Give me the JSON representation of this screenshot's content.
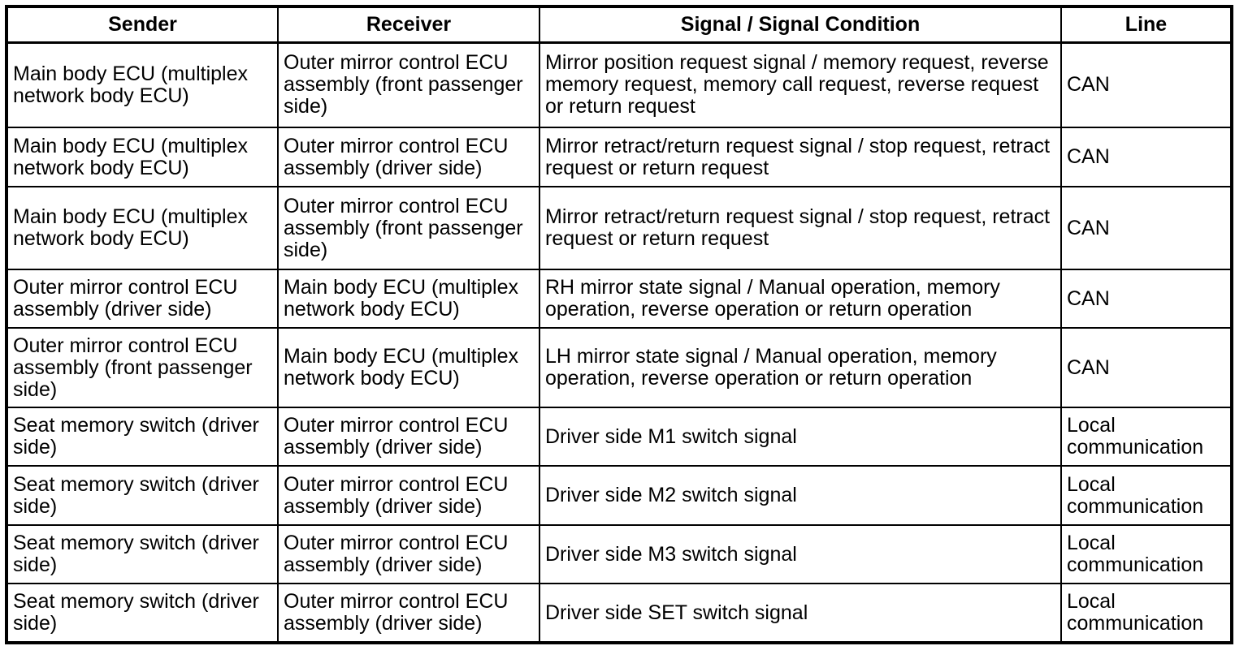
{
  "table": {
    "columns": [
      {
        "label": "Sender"
      },
      {
        "label": "Receiver"
      },
      {
        "label": "Signal / Signal Condition"
      },
      {
        "label": "Line"
      }
    ],
    "rows": [
      {
        "sender": "Main body ECU (multiplex network body ECU)",
        "receiver": "Outer mirror control ECU assembly (front passenger side)",
        "signal": "Mirror position request signal / memory request, reverse memory request, memory call request, reverse request or return request",
        "line": "CAN"
      },
      {
        "sender": "Main body ECU (multiplex network body ECU)",
        "receiver": "Outer mirror control ECU assembly (driver side)",
        "signal": "Mirror retract/return request signal / stop request, retract request or return request",
        "line": "CAN"
      },
      {
        "sender": "Main body ECU (multiplex network body ECU)",
        "receiver": "Outer mirror control ECU assembly (front passenger side)",
        "signal": "Mirror retract/return request signal / stop request, retract request or return request",
        "line": "CAN"
      },
      {
        "sender": "Outer mirror control ECU assembly (driver side)",
        "receiver": "Main body ECU (multiplex network body ECU)",
        "signal": "RH mirror state signal / Manual operation, memory operation, reverse operation or return operation",
        "line": "CAN"
      },
      {
        "sender": "Outer mirror control ECU assembly (front passenger side)",
        "receiver": "Main body ECU (multiplex network body ECU)",
        "signal": "LH mirror state signal / Manual operation, memory operation, reverse operation or return operation",
        "line": "CAN"
      },
      {
        "sender": "Seat memory switch (driver side)",
        "receiver": "Outer mirror control ECU assembly (driver side)",
        "signal": "Driver side M1 switch signal",
        "line": "Local communication"
      },
      {
        "sender": "Seat memory switch (driver side)",
        "receiver": "Outer mirror control ECU assembly (driver side)",
        "signal": "Driver side M2 switch signal",
        "line": "Local communication"
      },
      {
        "sender": "Seat memory switch (driver side)",
        "receiver": "Outer mirror control ECU assembly (driver side)",
        "signal": "Driver side M3 switch signal",
        "line": "Local communication"
      },
      {
        "sender": "Seat memory switch (driver side)",
        "receiver": "Outer mirror control ECU assembly (driver side)",
        "signal": "Driver side SET switch signal",
        "line": "Local communication"
      }
    ]
  },
  "colors": {
    "border": "#000000",
    "background": "#ffffff",
    "text": "#000000"
  }
}
